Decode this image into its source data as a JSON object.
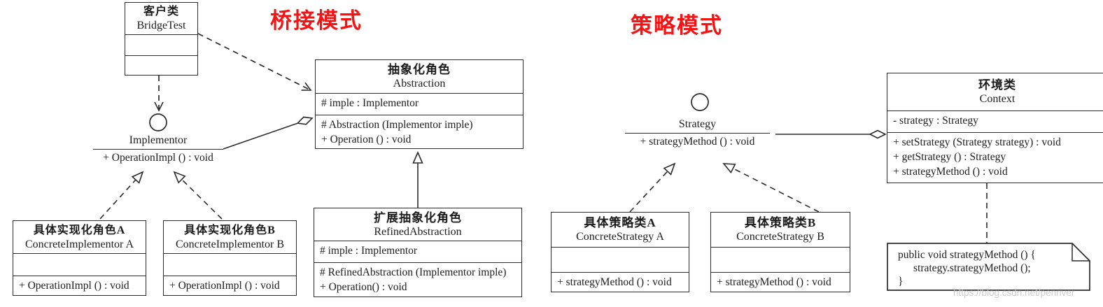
{
  "colors": {
    "accent_red": "#f41414",
    "line": "#2b2b2b",
    "watermark": "#cbcbcb"
  },
  "titles": {
    "bridge": "桥接模式",
    "strategy": "策略模式"
  },
  "bridge": {
    "client": {
      "cn": "客户类",
      "en": "BridgeTest"
    },
    "abstraction": {
      "cn": "抽象化角色",
      "en": "Abstraction",
      "attr": "# imple : Implementor",
      "m1": "# Abstraction (Implementor imple)",
      "m2": "+ Operation () : void"
    },
    "implementor": {
      "name": "Implementor",
      "method": "+ OperationImpl () : void"
    },
    "refined": {
      "cn": "扩展抽象化角色",
      "en": "RefinedAbstraction",
      "attr": "# imple : Implementor",
      "m1": "# RefinedAbstraction (Implementor imple)",
      "m2": "+ Operation() : void"
    },
    "impl_a": {
      "cn": "具体实现化角色A",
      "en": "ConcreteImplementor A",
      "method": "+ OperationImpl () : void"
    },
    "impl_b": {
      "cn": "具体实现化角色B",
      "en": "ConcreteImplementor B",
      "method": "+ OperationImpl () : void"
    }
  },
  "strategy": {
    "iface": {
      "name": "Strategy",
      "method": "+ strategyMethod () : void"
    },
    "context": {
      "cn": "环境类",
      "en": "Context",
      "attr": "- strategy : Strategy",
      "m1": "+ setStrategy (Strategy strategy) : void",
      "m2": "+ getStrategy () : Strategy",
      "m3": "+ strategyMethod () : void"
    },
    "a": {
      "cn": "具体策略类A",
      "en": "ConcreteStrategy A",
      "method": "+ strategyMethod () : void"
    },
    "b": {
      "cn": "具体策略类B",
      "en": "ConcreteStrategy B",
      "method": "+ strategyMethod () : void"
    },
    "note": {
      "l1": "public void strategyMethod () {",
      "l2": "strategy.strategyMethod ();",
      "l3": "}"
    }
  },
  "watermark": {
    "text": "https://blog.csdn.net/penriver"
  }
}
